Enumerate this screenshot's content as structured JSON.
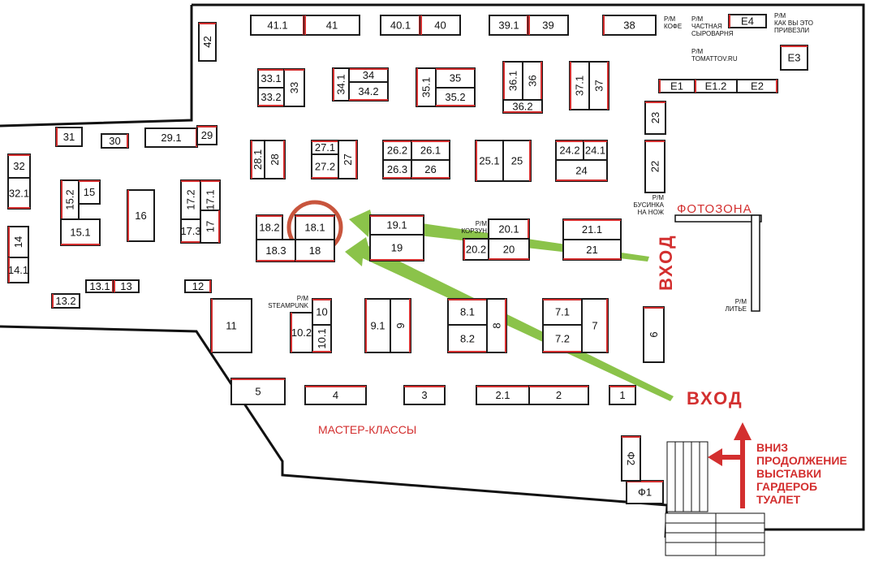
{
  "colors": {
    "accent": "#d32f2f",
    "arrow": "#8bc34a",
    "line": "#111111",
    "highlight": "#c8553d"
  },
  "stands": [
    "41.1",
    "41",
    "40.1",
    "40",
    "39.1",
    "39",
    "38",
    "42",
    "E4",
    "E3",
    "E1",
    "E1.2",
    "E2",
    "33.1",
    "33.2",
    "33",
    "34",
    "34.1",
    "34.2",
    "35.1",
    "35",
    "35.2",
    "36.1",
    "36",
    "36.2",
    "37.1",
    "37",
    "23",
    "22",
    "31",
    "30",
    "29.1",
    "29",
    "28.1",
    "28",
    "27.1",
    "27.2",
    "27",
    "26.2",
    "26.1",
    "26.3",
    "26",
    "25.1",
    "25",
    "24.2",
    "24.1",
    "24",
    "32",
    "32.1",
    "15.2",
    "15",
    "15.1",
    "16",
    "17.2",
    "17.1",
    "17.3",
    "17",
    "18.2",
    "18.1",
    "18.3",
    "18",
    "19.1",
    "19",
    "20.1",
    "20.2",
    "20",
    "21.1",
    "21",
    "14",
    "14.1",
    "13.1",
    "13",
    "13.2",
    "12",
    "11",
    "10",
    "10.2",
    "10.1",
    "9.1",
    "9",
    "8.1",
    "8.2",
    "8",
    "7.1",
    "7.2",
    "7",
    "6",
    "5",
    "4",
    "3",
    "2.1",
    "2",
    "1",
    "Ф1",
    "Ф2"
  ],
  "labels": {
    "rm_coffee": [
      "Р/М",
      "КОФЕ"
    ],
    "rm_cheese": [
      "Р/М",
      "ЧАСТНАЯ",
      "СЫРОВАРНЯ"
    ],
    "rm_how": [
      "Р/М",
      "КАК ВЫ ЭТО",
      "ПРИВЕЗЛИ"
    ],
    "rm_tomat": [
      "Р/М",
      "TOMATTOV.RU"
    ],
    "rm_busink": [
      "Р/М",
      "БУСИНКА",
      "НА НОЖ"
    ],
    "rm_steampunk": [
      "Р/М",
      "STEAMPUNK"
    ],
    "rm_korzun": [
      "Р/М",
      "КОРЗУН"
    ],
    "rm_lite": [
      "Р/М",
      "ЛИТЬЕ"
    ],
    "fotozona": "ФОТОЗОНА",
    "master": "МАСТЕР-КЛАССЫ",
    "vhod1": "ВХОД",
    "vhod2": "ВХОД",
    "info": [
      "ВНИЗ",
      "ПРОДОЛЖЕНИЕ",
      "ВЫСТАВКИ",
      "ГАРДЕРОБ",
      "ТУАЛЕТ"
    ]
  }
}
